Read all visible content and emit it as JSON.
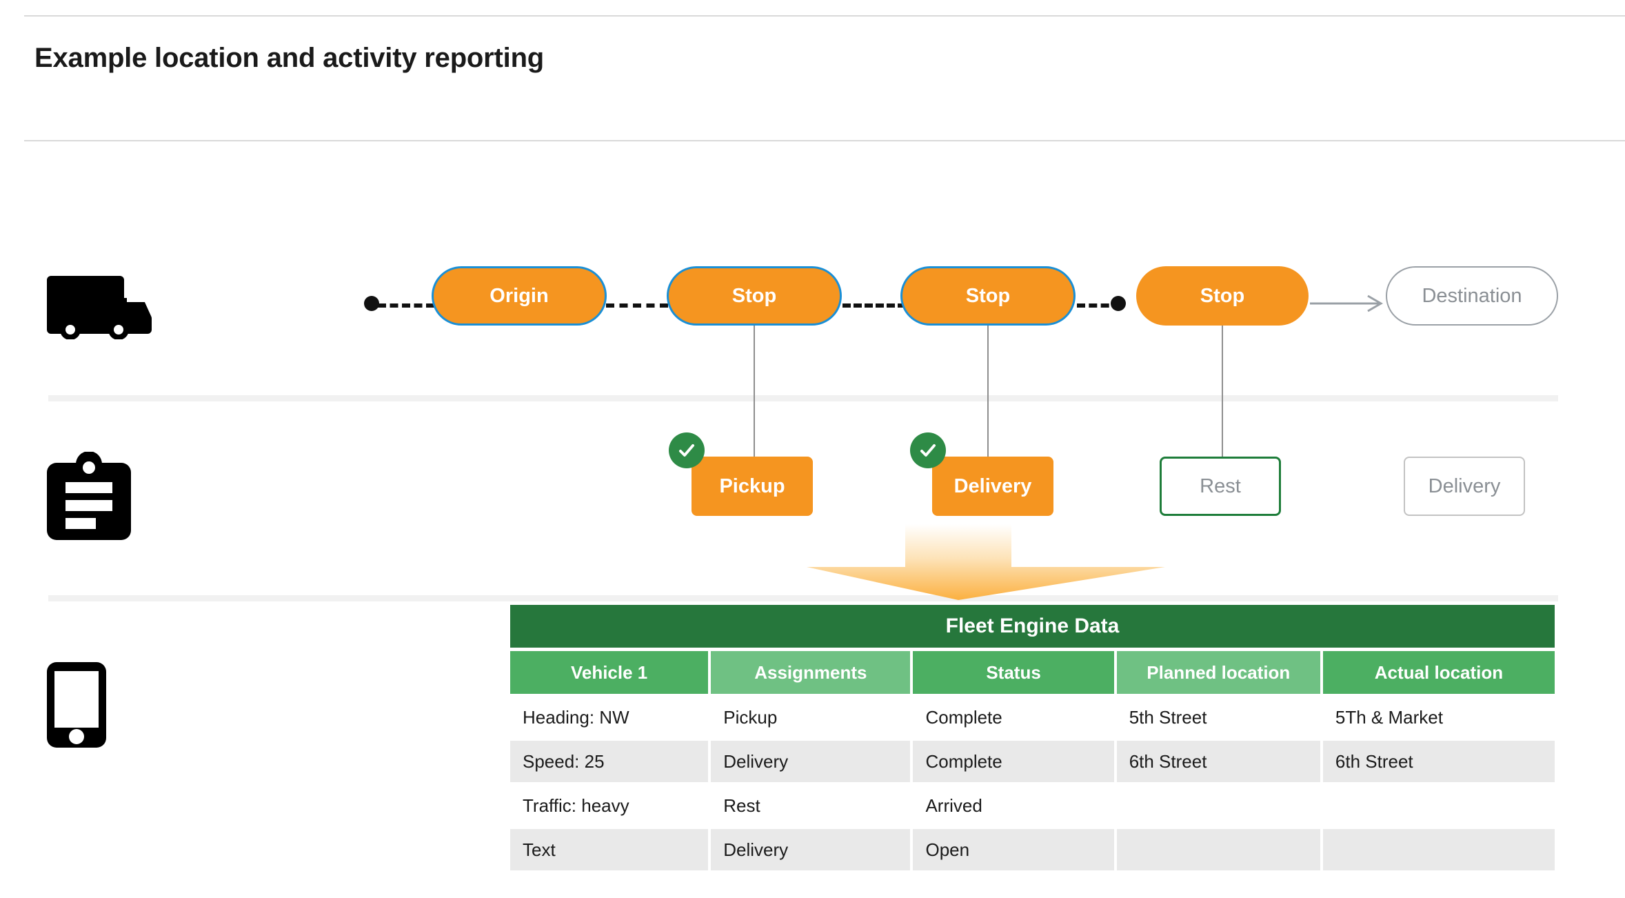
{
  "page": {
    "title": "Example location and activity reporting"
  },
  "colors": {
    "orange": "#F59520",
    "blue_border": "#1A8FD6",
    "green_dark": "#26773C",
    "green_header_dark": "#4CAF62",
    "green_header_light": "#6FC183",
    "green_check": "#2E8B46",
    "green_outline": "#1E7D3A",
    "gray_text": "#8A8F94",
    "gray_border": "#9AA0A6",
    "row_shaded": "#E9E9E9",
    "divider": "#F1F1F1"
  },
  "lanes": {
    "vehicle": {
      "icon": "truck-icon",
      "nodes": [
        {
          "label": "Origin",
          "style": "orange-bordered"
        },
        {
          "label": "Stop",
          "style": "orange-bordered"
        },
        {
          "label": "Stop",
          "style": "orange-bordered"
        },
        {
          "label": "Stop",
          "style": "orange-plain"
        },
        {
          "label": "Destination",
          "style": "ghost"
        }
      ]
    },
    "activity": {
      "icon": "clipboard-icon",
      "items": [
        {
          "label": "Pickup",
          "style": "filled",
          "completed": true
        },
        {
          "label": "Delivery",
          "style": "filled",
          "completed": true
        },
        {
          "label": "Rest",
          "style": "outline-green",
          "completed": false
        },
        {
          "label": "Delivery",
          "style": "outline-gray",
          "completed": false
        }
      ]
    },
    "device": {
      "icon": "phone-icon"
    }
  },
  "table": {
    "title": "Fleet Engine Data",
    "columns": [
      {
        "label": "Vehicle 1",
        "shade": "dark"
      },
      {
        "label": "Assignments",
        "shade": "light"
      },
      {
        "label": "Status",
        "shade": "dark"
      },
      {
        "label": "Planned location",
        "shade": "light"
      },
      {
        "label": "Actual location",
        "shade": "dark"
      }
    ],
    "rows": [
      {
        "shaded": false,
        "cells": [
          "Heading: NW",
          "Pickup",
          "Complete",
          "5th Street",
          "5Th & Market"
        ]
      },
      {
        "shaded": true,
        "cells": [
          "Speed: 25",
          "Delivery",
          "Complete",
          "6th Street",
          "6th Street"
        ]
      },
      {
        "shaded": false,
        "cells": [
          "Traffic: heavy",
          "Rest",
          "Arrived",
          "",
          ""
        ]
      },
      {
        "shaded": true,
        "cells": [
          "Text",
          "Delivery",
          "Open",
          "",
          ""
        ]
      }
    ]
  }
}
